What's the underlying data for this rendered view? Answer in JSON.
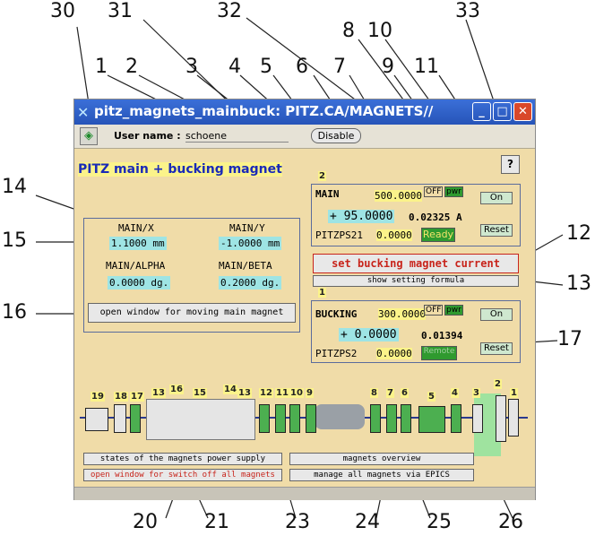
{
  "callouts": [
    "30",
    "31",
    "32",
    "33",
    "1",
    "2",
    "3",
    "4",
    "5",
    "6",
    "7",
    "8",
    "9",
    "10",
    "11",
    "12",
    "13",
    "14",
    "15",
    "16",
    "17",
    "20",
    "21",
    "23",
    "24",
    "25",
    "26"
  ],
  "window": {
    "title": "pitz_magnets_mainbuck: PITZ.CA/MAGNETS//"
  },
  "toolbar": {
    "user_label": "User name :",
    "user_value": "schoene",
    "disable": "Disable"
  },
  "heading": "PITZ main + bucking magnet",
  "help": "?",
  "main_coords": {
    "x_label": "MAIN/X",
    "x_value": "1.1000 mm",
    "y_label": "MAIN/Y",
    "y_value": "-1.0000 mm",
    "alpha_label": "MAIN/ALPHA",
    "alpha_value": "0.0000 dg.",
    "beta_label": "MAIN/BETA",
    "beta_value": "0.2000 dg.",
    "move_button": "open window for moving main magnet"
  },
  "main_ps": {
    "index": "2",
    "name": "MAIN",
    "setpoint": "500.0000",
    "off": "OFF",
    "pwr": "pwr",
    "value": "+ 95.0000",
    "readback": "0.02325 A",
    "device": "PITZPS21",
    "dev_value": "0.0000",
    "status": "Ready",
    "on": "On",
    "reset": "Reset"
  },
  "set_bucking": "set bucking magnet current",
  "show_formula": "show setting formula",
  "bucking_ps": {
    "index": "1",
    "name": "BUCKING",
    "setpoint": "300.0000",
    "off": "OFF",
    "pwr": "pwr",
    "value": "+ 0.0000",
    "readback": "0.01394",
    "device": "PITZPS2",
    "dev_value": "0.0000",
    "status": "Remote",
    "on": "On",
    "reset": "Reset"
  },
  "beamline": {
    "labels": [
      "19",
      "18",
      "17",
      "13",
      "16",
      "15",
      "14",
      "13",
      "12",
      "11",
      "10",
      "9",
      "8",
      "7",
      "6",
      "5",
      "4",
      "3",
      "2",
      "1"
    ]
  },
  "bottom": {
    "states": "states of the magnets power supply",
    "switch_off": "open window for switch off all magnets",
    "overview": "magnets overview",
    "manage": "manage all magnets via EPICS"
  }
}
